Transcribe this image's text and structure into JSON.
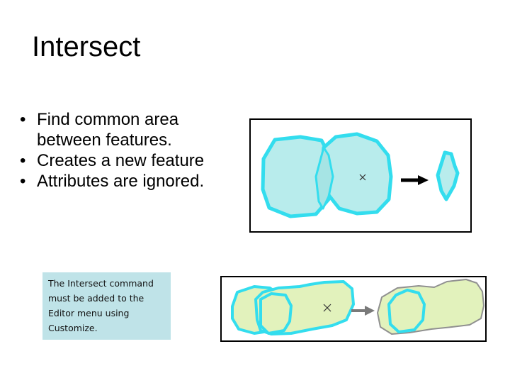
{
  "slide": {
    "title": "Intersect",
    "bullets": [
      "Find common area between features.",
      "Creates a new feature",
      "Attributes are ignored."
    ],
    "bullet_marker": "•",
    "note": "The Intersect command must be added to the Editor menu using Customize."
  },
  "colors": {
    "input_fill": "#b8ecec",
    "input_stroke": "#33ddee",
    "overlap_fill": "#a6e4e4",
    "poly2_fill": "#e2f2bc",
    "poly2_stroke": "#909090",
    "arrow_dark": "#000000",
    "arrow_gray": "#7a7a7a",
    "note_bg": "#bfe3e8"
  },
  "icons": {
    "cursor": "x-cursor-icon",
    "arrow": "right-arrow-icon"
  }
}
